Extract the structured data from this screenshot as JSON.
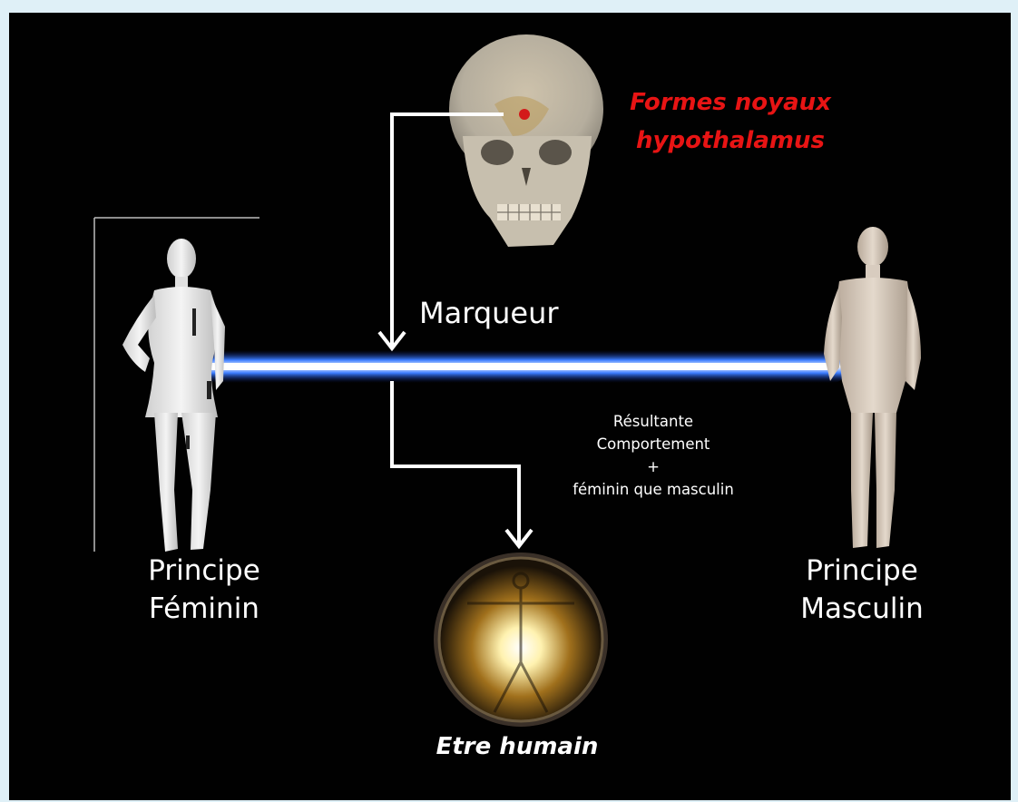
{
  "labels": {
    "formes_line1": "Formes noyaux",
    "formes_line2": "hypothalamus",
    "marqueur": "Marqueur",
    "principe_feminin_line1": "Principe",
    "principe_feminin_line2": "Féminin",
    "principe_masculin_line1": "Principe",
    "principe_masculin_line2": "Masculin",
    "resultante_line1": "Résultante",
    "resultante_line2": "Comportement",
    "resultante_line3": "+",
    "resultante_line4": "féminin que masculin",
    "etre_humain": "Etre humain"
  },
  "colors": {
    "background": "#010101",
    "frame": "#dff0f7",
    "accent_red": "#e81414",
    "beam": "#6fb0ff"
  }
}
